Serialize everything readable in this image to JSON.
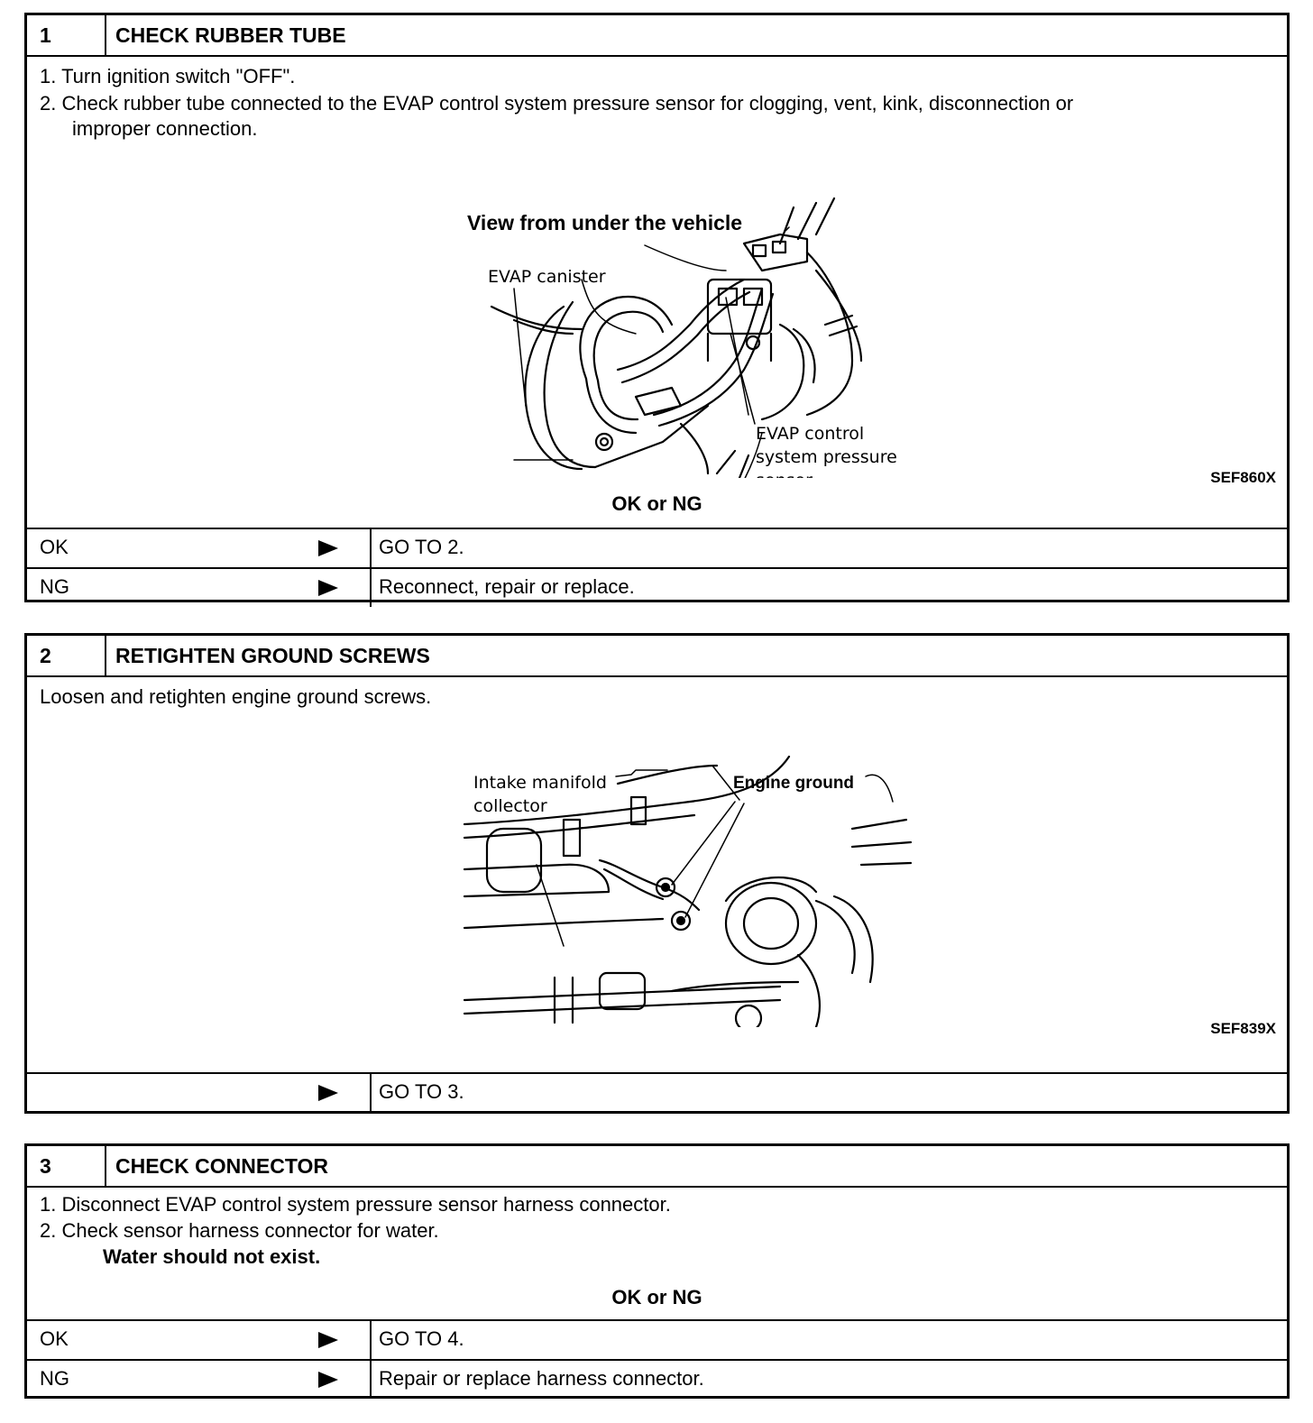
{
  "step1": {
    "number": "1",
    "title": "CHECK RUBBER TUBE",
    "lines": [
      "1.  Turn ignition switch \"OFF\".",
      "2.  Check rubber tube connected to the EVAP control system pressure sensor for clogging, vent, kink, disconnection or",
      "improper connection."
    ],
    "figure": {
      "heading": "View from under the vehicle",
      "label_canister": "EVAP canister",
      "label_sensor_1": "EVAP control",
      "label_sensor_2": "system pressure",
      "label_sensor_3": "sensor",
      "code": "SEF860X"
    },
    "okng": "OK or NG",
    "results": [
      {
        "result": "OK",
        "action": "GO TO 2."
      },
      {
        "result": "NG",
        "action": "Reconnect, repair or replace."
      }
    ]
  },
  "step2": {
    "number": "2",
    "title": "RETIGHTEN GROUND SCREWS",
    "text": "Loosen and retighten engine ground screws.",
    "figure": {
      "label_intake_1": "Intake manifold",
      "label_intake_2": "collector",
      "label_ground": "Engine ground",
      "code": "SEF839X"
    },
    "results": [
      {
        "result": "",
        "action": "GO TO 3."
      }
    ]
  },
  "step3": {
    "number": "3",
    "title": "CHECK CONNECTOR",
    "lines": [
      "1.  Disconnect EVAP control system pressure sensor harness connector.",
      "2.  Check sensor harness connector for water."
    ],
    "spec": "Water should not exist.",
    "okng": "OK or NG",
    "results": [
      {
        "result": "OK",
        "action": "GO TO 4."
      },
      {
        "result": "NG",
        "action": "Repair or replace harness connector."
      }
    ]
  }
}
